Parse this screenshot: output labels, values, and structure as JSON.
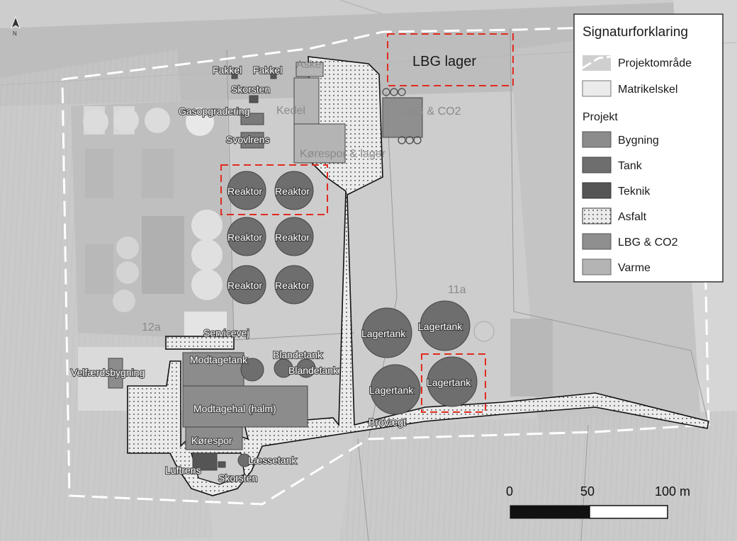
{
  "map": {
    "north_label": "N",
    "plot_labels": {
      "p12a": "12a",
      "p11a": "11a"
    },
    "labels": {
      "fakkel_1": "Fakkel",
      "fakkel_2": "Fakkel",
      "aske": "Aske",
      "skorsten_top": "Skorsten",
      "gasopgradering": "Gasopgradering",
      "kedel": "Kedel",
      "svovlrens": "Svovlrens",
      "korespor_lager": "Kørespor & lager",
      "lbg_lager": "LBG lager",
      "lbg_co2": "LBG & CO2",
      "reaktor": "Reaktor",
      "servicevej": "Servicevej",
      "modtagetank": "Modtagetank",
      "blandetank_1": "Blandetank",
      "blandetank_2": "Blandetank",
      "velfaerdsbygning": "Velfærdsbygning",
      "modtagehal": "Modtagehal (halm)",
      "korespor": "Kørespor",
      "laessetank": "Læssetank",
      "luftrens": "Luftrens",
      "skorsten_bottom": "Skorsten",
      "brovaegt": "Brovægt",
      "lagertank": "Lagertank"
    }
  },
  "legend": {
    "title": "Signaturforklaring",
    "items": [
      {
        "label": "Projektområde",
        "type": "dashed-white-line"
      },
      {
        "label": "Matrikelskel",
        "type": "thin-line"
      },
      {
        "label": "Projekt",
        "type": "heading"
      },
      {
        "label": "Bygning",
        "type": "swatch",
        "color": "#8c8c8c"
      },
      {
        "label": "Tank",
        "type": "swatch",
        "color": "#6e6e6e"
      },
      {
        "label": "Teknik",
        "type": "swatch",
        "color": "#555555"
      },
      {
        "label": "Asfalt",
        "type": "dotted"
      },
      {
        "label": "LBG & CO2",
        "type": "swatch",
        "color": "#8f8f8f"
      },
      {
        "label": "Varme",
        "type": "swatch",
        "color": "#b4b4b4"
      }
    ]
  },
  "scalebar": {
    "tick_0": "0",
    "tick_50": "50",
    "tick_100": "100 m"
  },
  "colors": {
    "building": "#8c8c8c",
    "tank": "#6e6e6e",
    "teknik": "#555555",
    "varme": "#b4b4b4",
    "lbg": "#8f8f8f",
    "new_marker": "#e02b20",
    "asphalt": "#e6e6e6"
  }
}
